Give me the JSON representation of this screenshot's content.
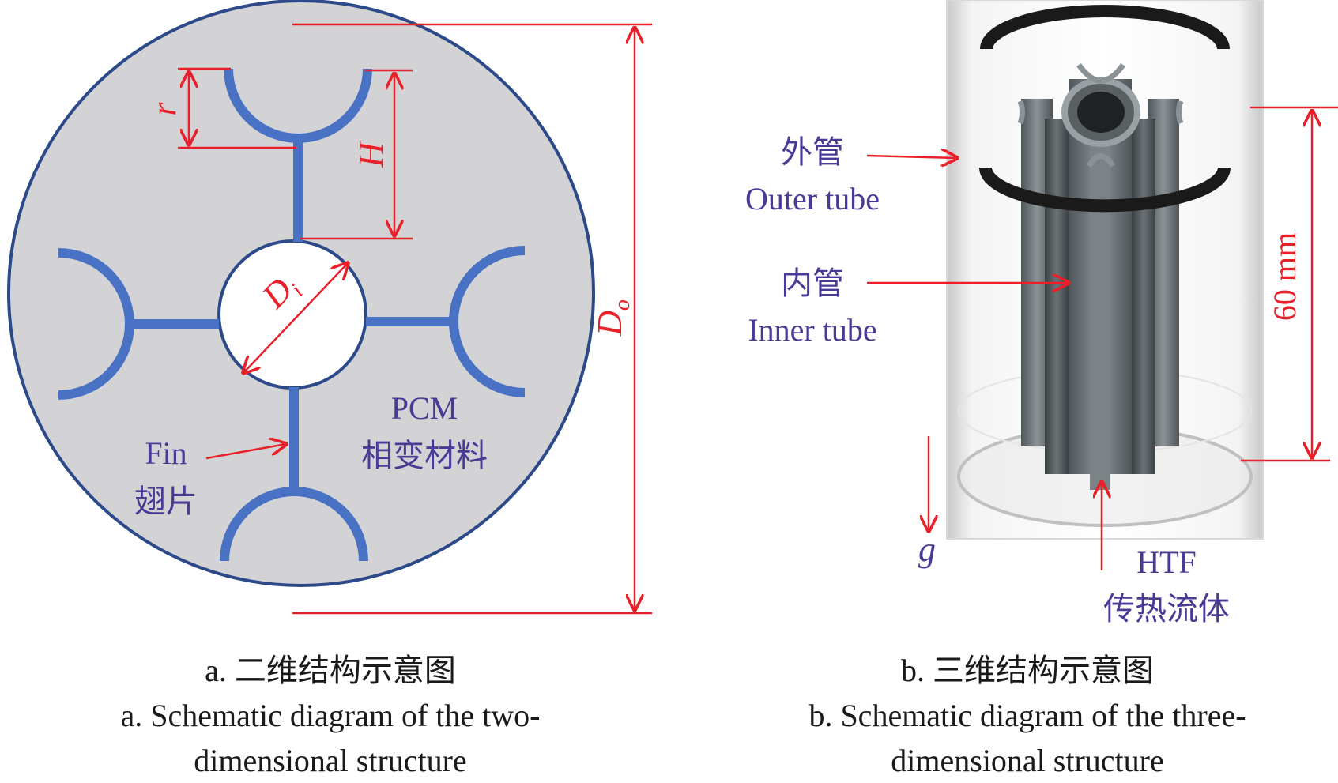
{
  "panel_a": {
    "dimensions": {
      "r": "r",
      "H": "H",
      "Di_main": "D",
      "Di_sub": "i",
      "Do_main": "D",
      "Do_sub": "o"
    },
    "labels": {
      "fin_en": "Fin",
      "fin_zh": "翅片",
      "pcm_en": "PCM",
      "pcm_zh": "相变材料"
    },
    "caption": {
      "zh": "a. 二维结构示意图",
      "en_line1": "a. Schematic diagram of the two-",
      "en_line2": "dimensional structure"
    }
  },
  "panel_b": {
    "labels": {
      "outer_zh": "外管",
      "outer_en": "Outer tube",
      "inner_zh": "内管",
      "inner_en": "Inner tube",
      "length": "60 mm",
      "gravity": "g",
      "htf_en": "HTF",
      "htf_zh": "传热流体"
    },
    "caption": {
      "zh": "b. 三维结构示意图",
      "en_line1": "b. Schematic diagram of the three-",
      "en_line2": "dimensional structure"
    }
  },
  "colors": {
    "dimension_red": "#e8202a",
    "fin_blue": "#4a72c4",
    "outline_navy": "#2c4a8a",
    "pcm_gray": "#d3d3d5",
    "label_purple": "#4a3a96"
  }
}
